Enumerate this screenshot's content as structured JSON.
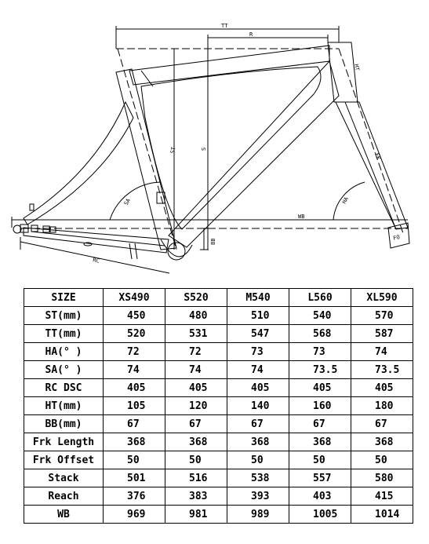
{
  "diagram": {
    "labels": {
      "tt": "TT",
      "r": "R",
      "ht": "HT",
      "fk": "FK",
      "st": "ST",
      "s": "S",
      "sa": "SA",
      "ha": "HA",
      "wb": "WB",
      "bb": "BB",
      "rc": "RC",
      "fo": "FO"
    }
  },
  "table": {
    "corner": "SIZE",
    "columns": [
      "XS490",
      "S520",
      "M540",
      "L560",
      "XL590"
    ],
    "rows": [
      {
        "label": "ST(mm)",
        "values": [
          "450",
          "480",
          "510",
          "540",
          "570"
        ]
      },
      {
        "label": "TT(mm)",
        "values": [
          "520",
          "531",
          "547",
          "568",
          "587"
        ]
      },
      {
        "label": "HA(° )",
        "values": [
          "72",
          "72",
          "73",
          "73",
          "74"
        ]
      },
      {
        "label": "SA(° )",
        "values": [
          "74",
          "74",
          "74",
          "73.5",
          "73.5"
        ]
      },
      {
        "label": "RC DSC",
        "values": [
          "405",
          "405",
          "405",
          "405",
          "405"
        ]
      },
      {
        "label": "HT(mm)",
        "values": [
          "105",
          "120",
          "140",
          "160",
          "180"
        ]
      },
      {
        "label": "BB(mm)",
        "values": [
          "67",
          "67",
          "67",
          "67",
          "67"
        ]
      },
      {
        "label": "Frk Length",
        "values": [
          "368",
          "368",
          "368",
          "368",
          "368"
        ]
      },
      {
        "label": "Frk Offset",
        "values": [
          "50",
          "50",
          "50",
          "50",
          "50"
        ]
      },
      {
        "label": "Stack",
        "values": [
          "501",
          "516",
          "538",
          "557",
          "580"
        ]
      },
      {
        "label": "Reach",
        "values": [
          "376",
          "383",
          "393",
          "403",
          "415"
        ]
      },
      {
        "label": "WB",
        "values": [
          "969",
          "981",
          "989",
          "1005",
          "1014"
        ]
      }
    ]
  }
}
